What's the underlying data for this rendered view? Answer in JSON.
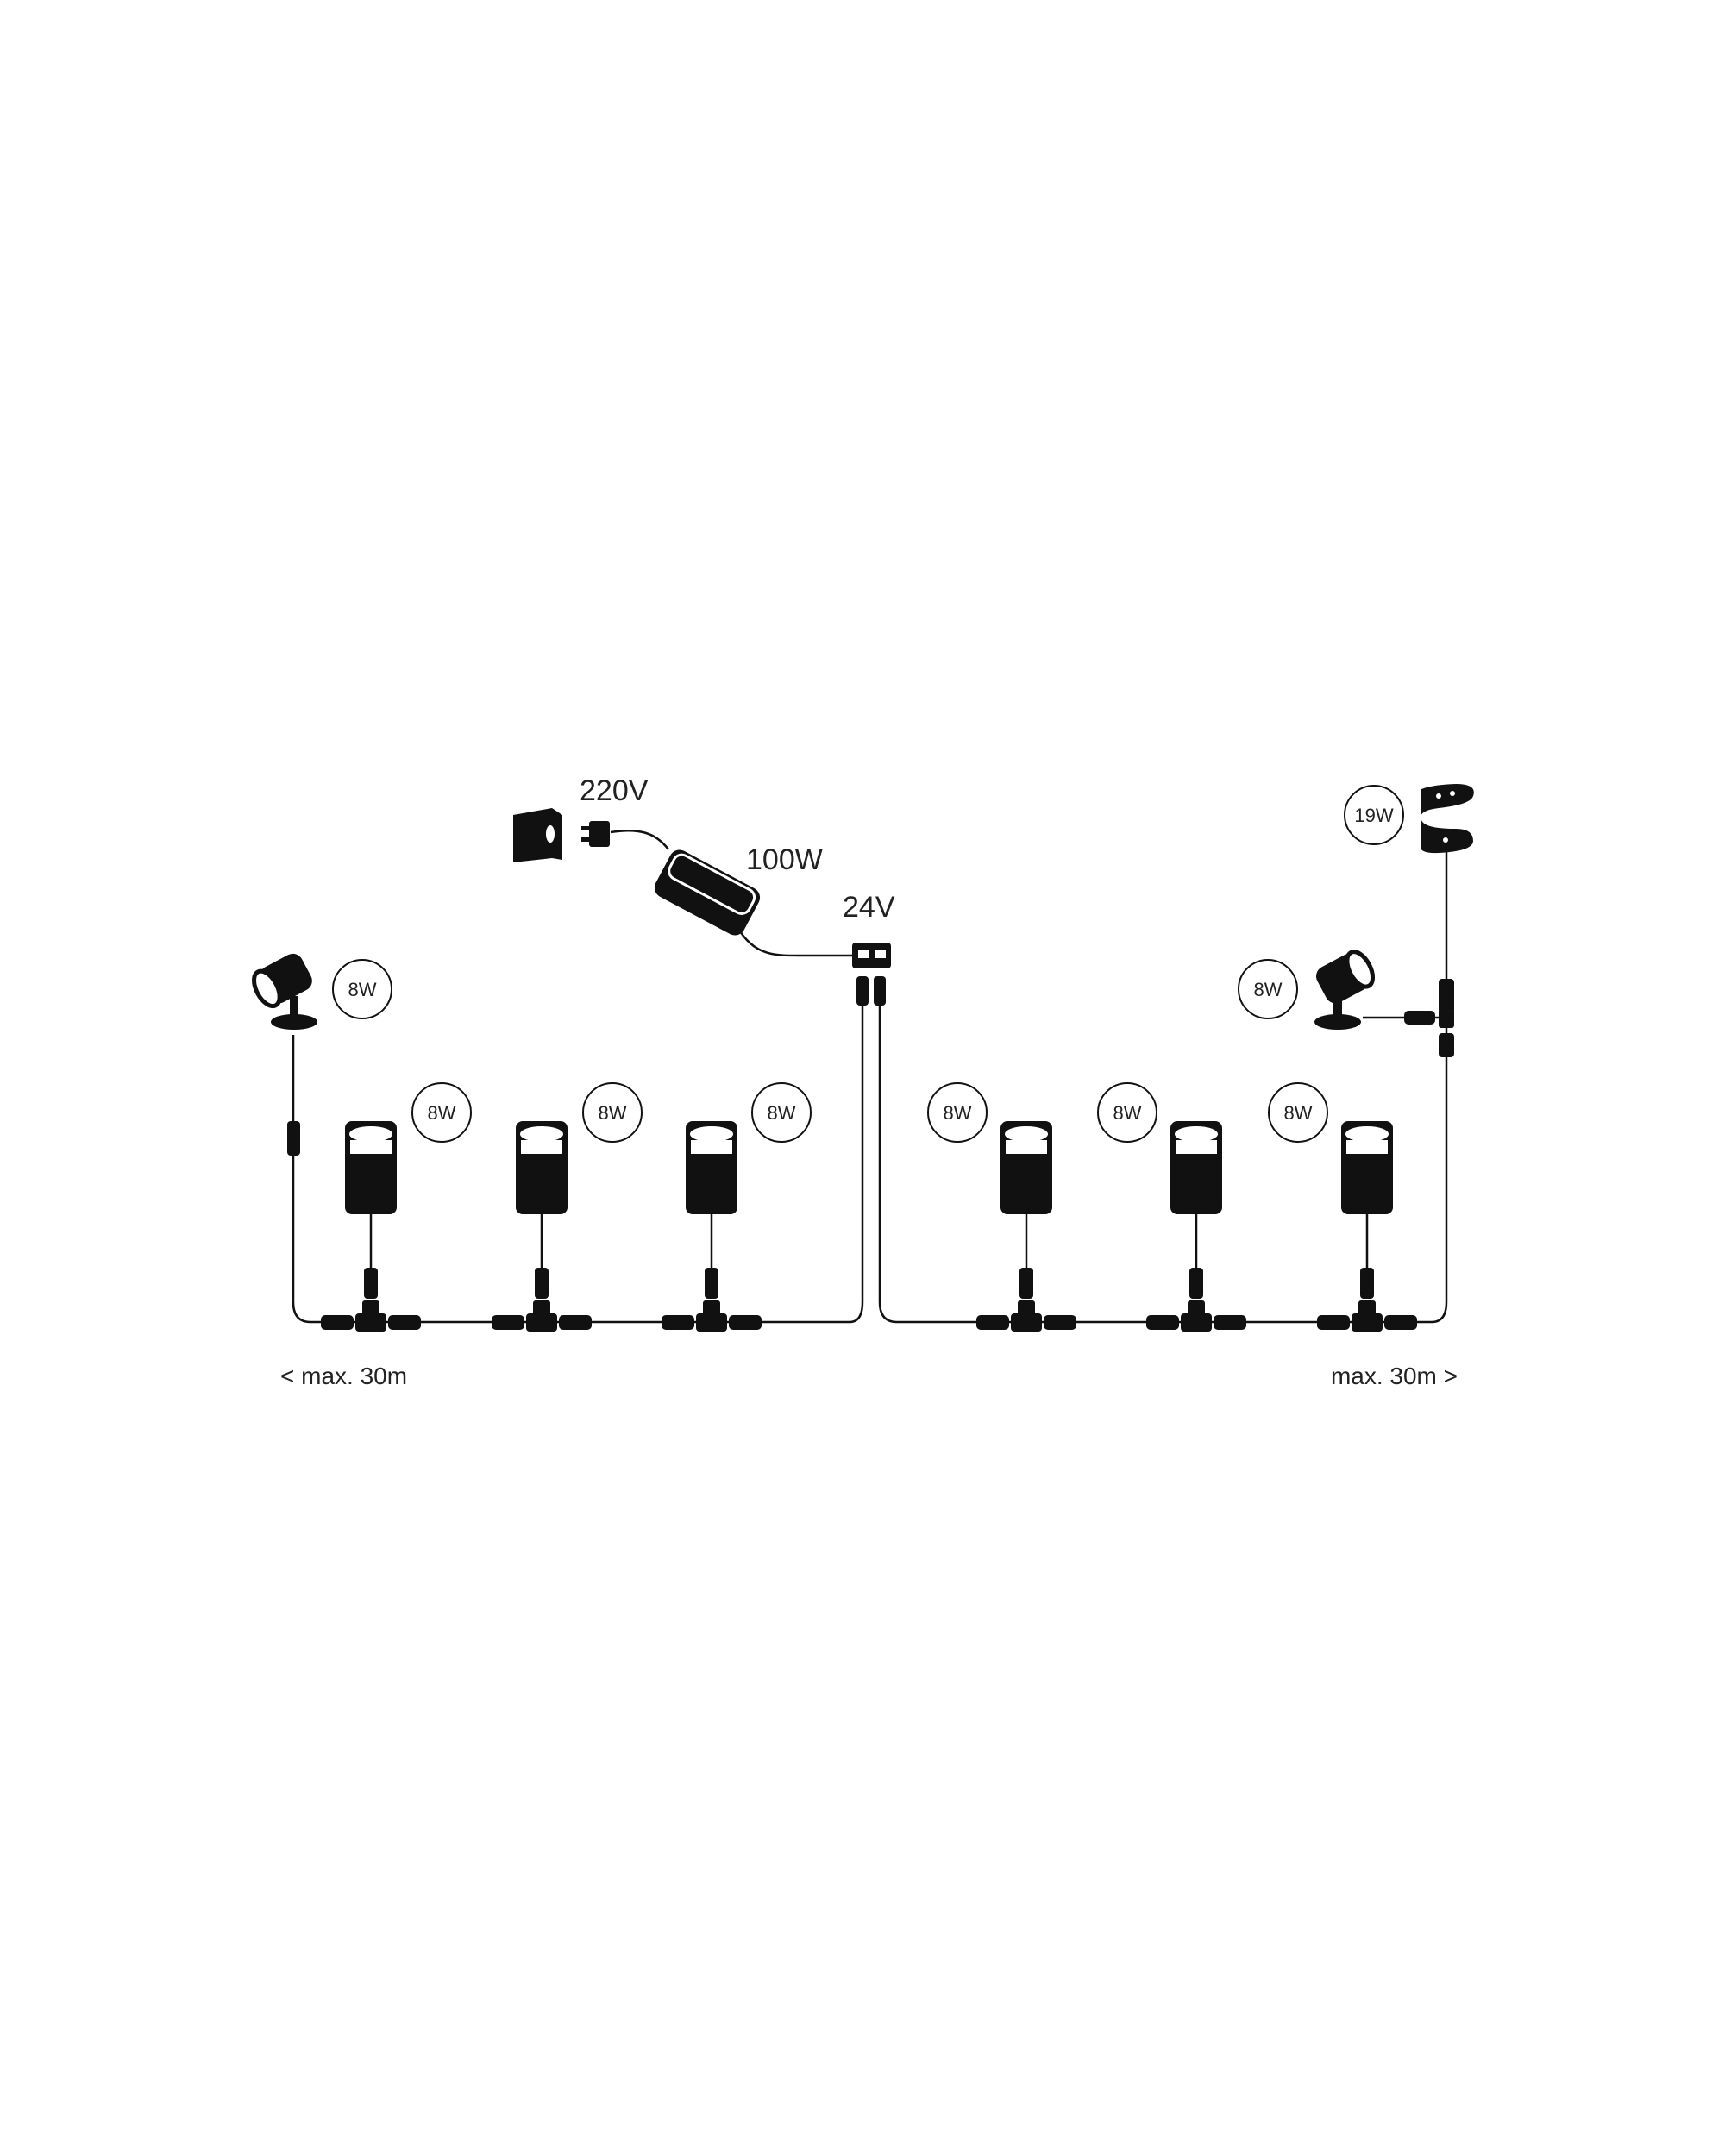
{
  "mains": {
    "voltage_label": "220V"
  },
  "transformer": {
    "power_label": "100W"
  },
  "output": {
    "voltage_label": "24V"
  },
  "spotlights": [
    {
      "badge": "8W"
    },
    {
      "badge": "8W"
    }
  ],
  "bollards_left": [
    {
      "badge": "8W"
    },
    {
      "badge": "8W"
    },
    {
      "badge": "8W"
    }
  ],
  "bollards_right": [
    {
      "badge": "8W"
    },
    {
      "badge": "8W"
    },
    {
      "badge": "8W"
    }
  ],
  "lightstrip": {
    "badge": "19W"
  },
  "run_left": {
    "label": "< max. 30m"
  },
  "run_right": {
    "label": "max. 30m >"
  },
  "icons": [
    "wall-socket-icon",
    "plug-icon",
    "power-supply-icon",
    "splitter-icon",
    "spotlight-icon",
    "bollard-icon",
    "t-connector-icon",
    "lightstrip-icon"
  ],
  "colors": {
    "ink": "#111111",
    "background": "#ffffff"
  }
}
